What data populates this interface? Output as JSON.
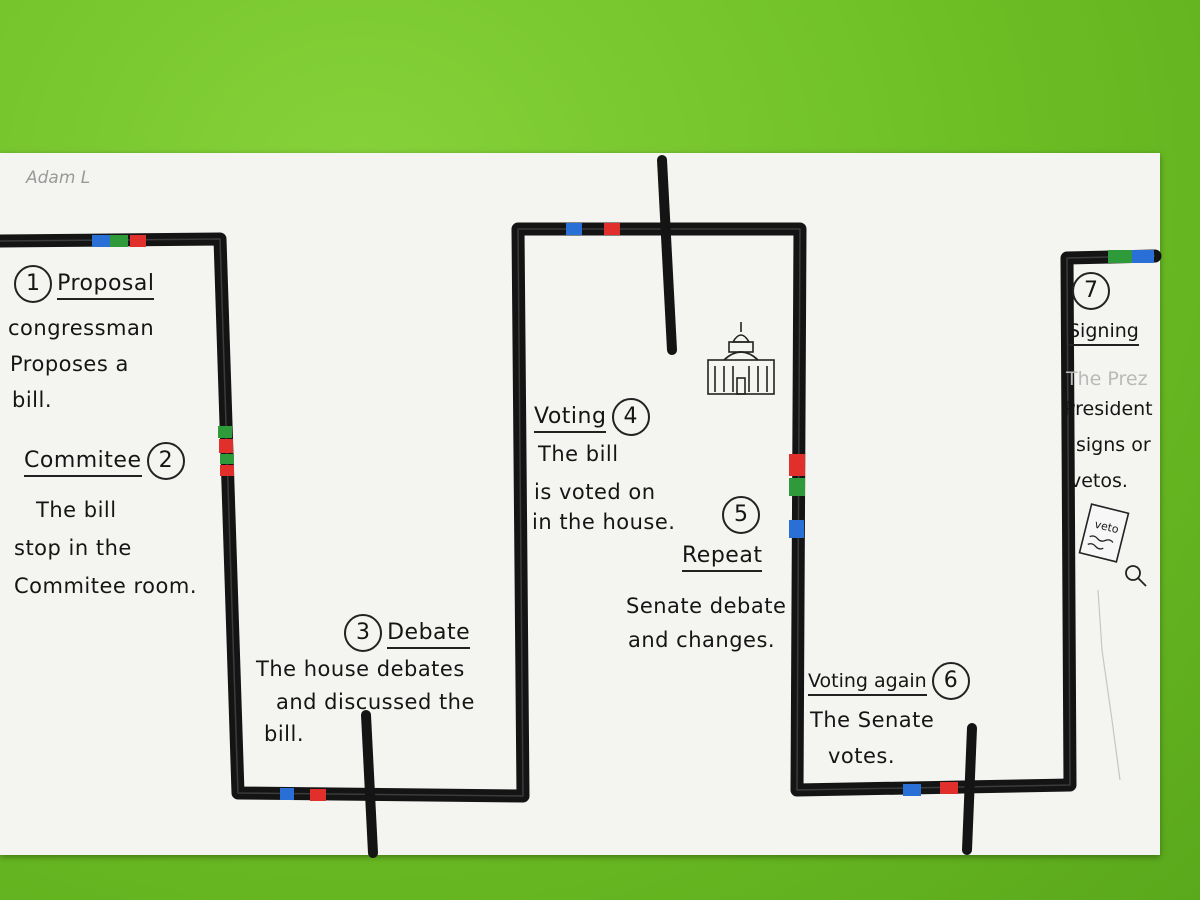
{
  "signature": "Adam L",
  "steps": [
    {
      "number": "1",
      "title": "Proposal",
      "lines": [
        "congressman",
        "Proposes a",
        "bill."
      ]
    },
    {
      "number": "2",
      "title": "Commitee",
      "lines": [
        "The bill",
        "stop in the",
        "Commitee room."
      ]
    },
    {
      "number": "3",
      "title": "Debate",
      "lines": [
        "The house debates",
        "and discussed the",
        "bill."
      ]
    },
    {
      "number": "4",
      "title": "Voting",
      "lines": [
        "The bill",
        "is voted on",
        "in the house."
      ]
    },
    {
      "number": "5",
      "title": "Repeat",
      "lines": [
        "Senate debate",
        "and changes."
      ]
    },
    {
      "number": "6",
      "title": "Voting again",
      "lines": [
        "The Senate",
        "votes."
      ]
    },
    {
      "number": "7",
      "title": "Signing",
      "lines": [
        "The Prez",
        "President",
        "signs or",
        "vetos."
      ]
    }
  ],
  "icons": [
    "capitol-building-icon",
    "veto-paper-icon",
    "magnifier-icon"
  ],
  "veto_label": "veto",
  "colors": {
    "track": "#141414",
    "blue": "#2a6fd6",
    "red": "#e1302c",
    "green": "#2f9a3a",
    "paper": "#f4f4f1",
    "background": "#6fc22a"
  }
}
